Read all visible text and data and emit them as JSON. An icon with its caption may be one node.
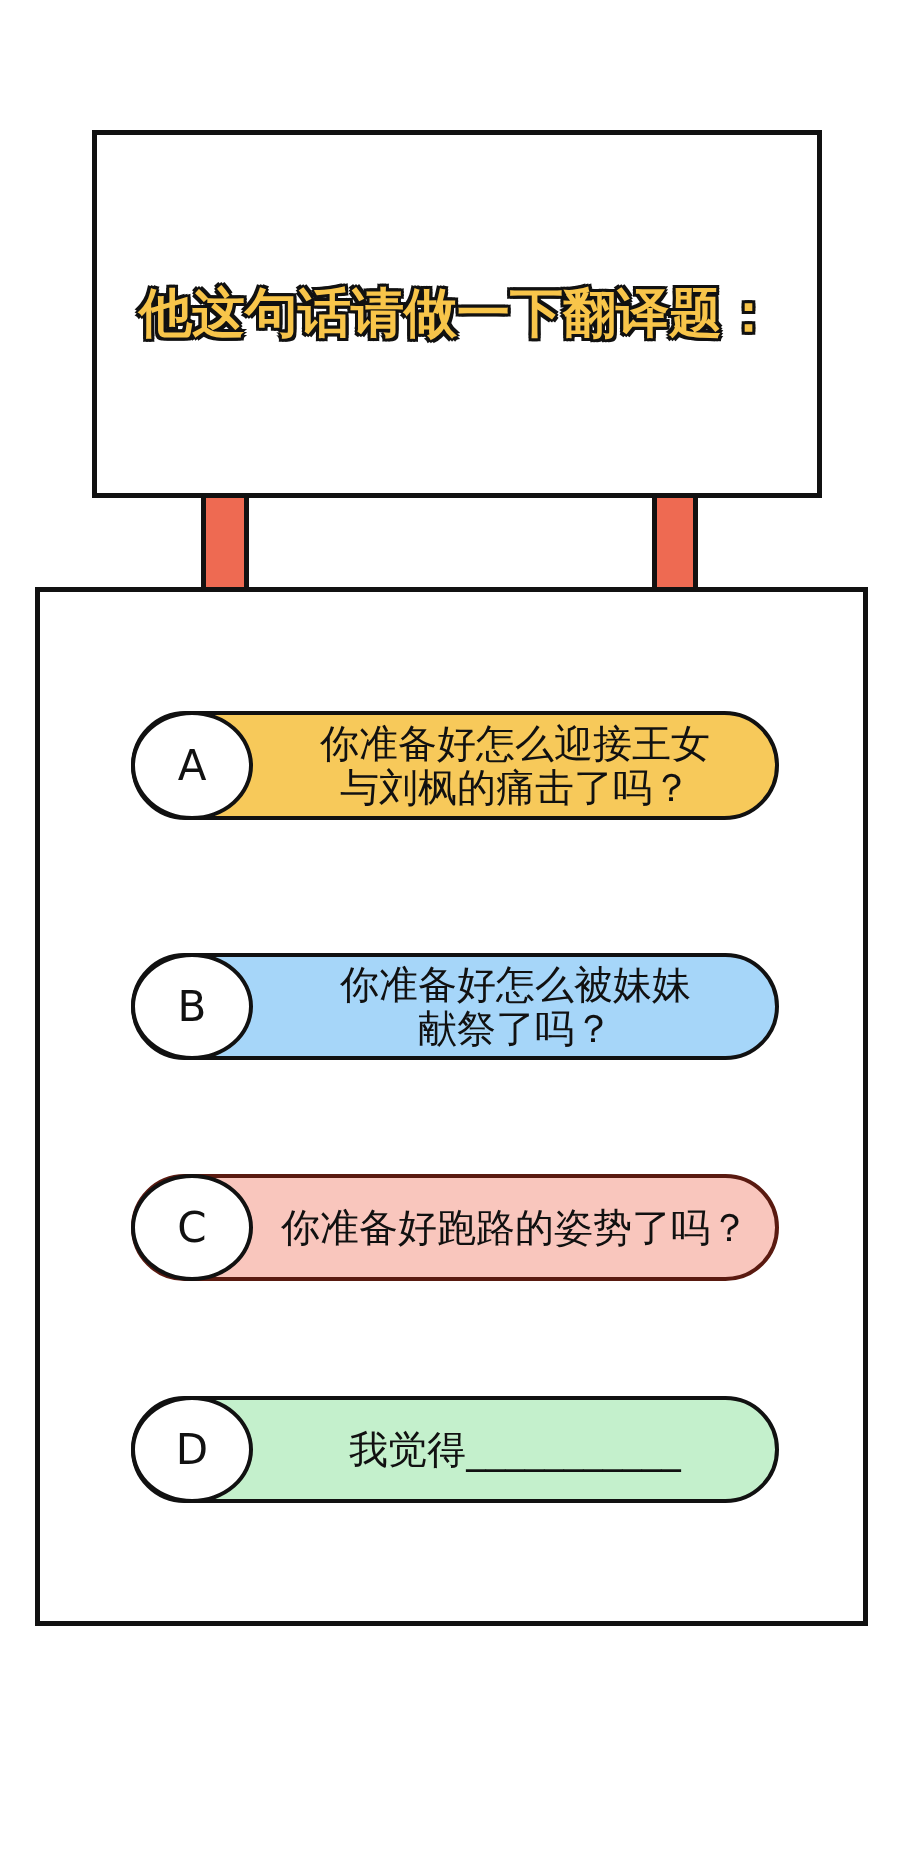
{
  "diagram": {
    "nodes": [
      {
        "text": [
          "他这句话请做一下翻译题："
        ]
      },
      {
        "text": [],
        "shape": "bar"
      },
      {
        "text": [],
        "shape": "bar"
      },
      {
        "text": [],
        "shape": "box"
      },
      {
        "text": [
          "A",
          "你准备好怎么迎接王女与刘枫的痛击了吗？"
        ],
        "in": 3
      },
      {
        "text": [
          "B",
          "你准备好怎么被妹妹献祭了吗？"
        ],
        "in": 3
      },
      {
        "text": [
          "C",
          "你准备好跑路的姿势了吗？"
        ],
        "in": 3
      },
      {
        "text": [
          "D",
          "我觉得___________"
        ],
        "in": 3
      }
    ]
  }
}
